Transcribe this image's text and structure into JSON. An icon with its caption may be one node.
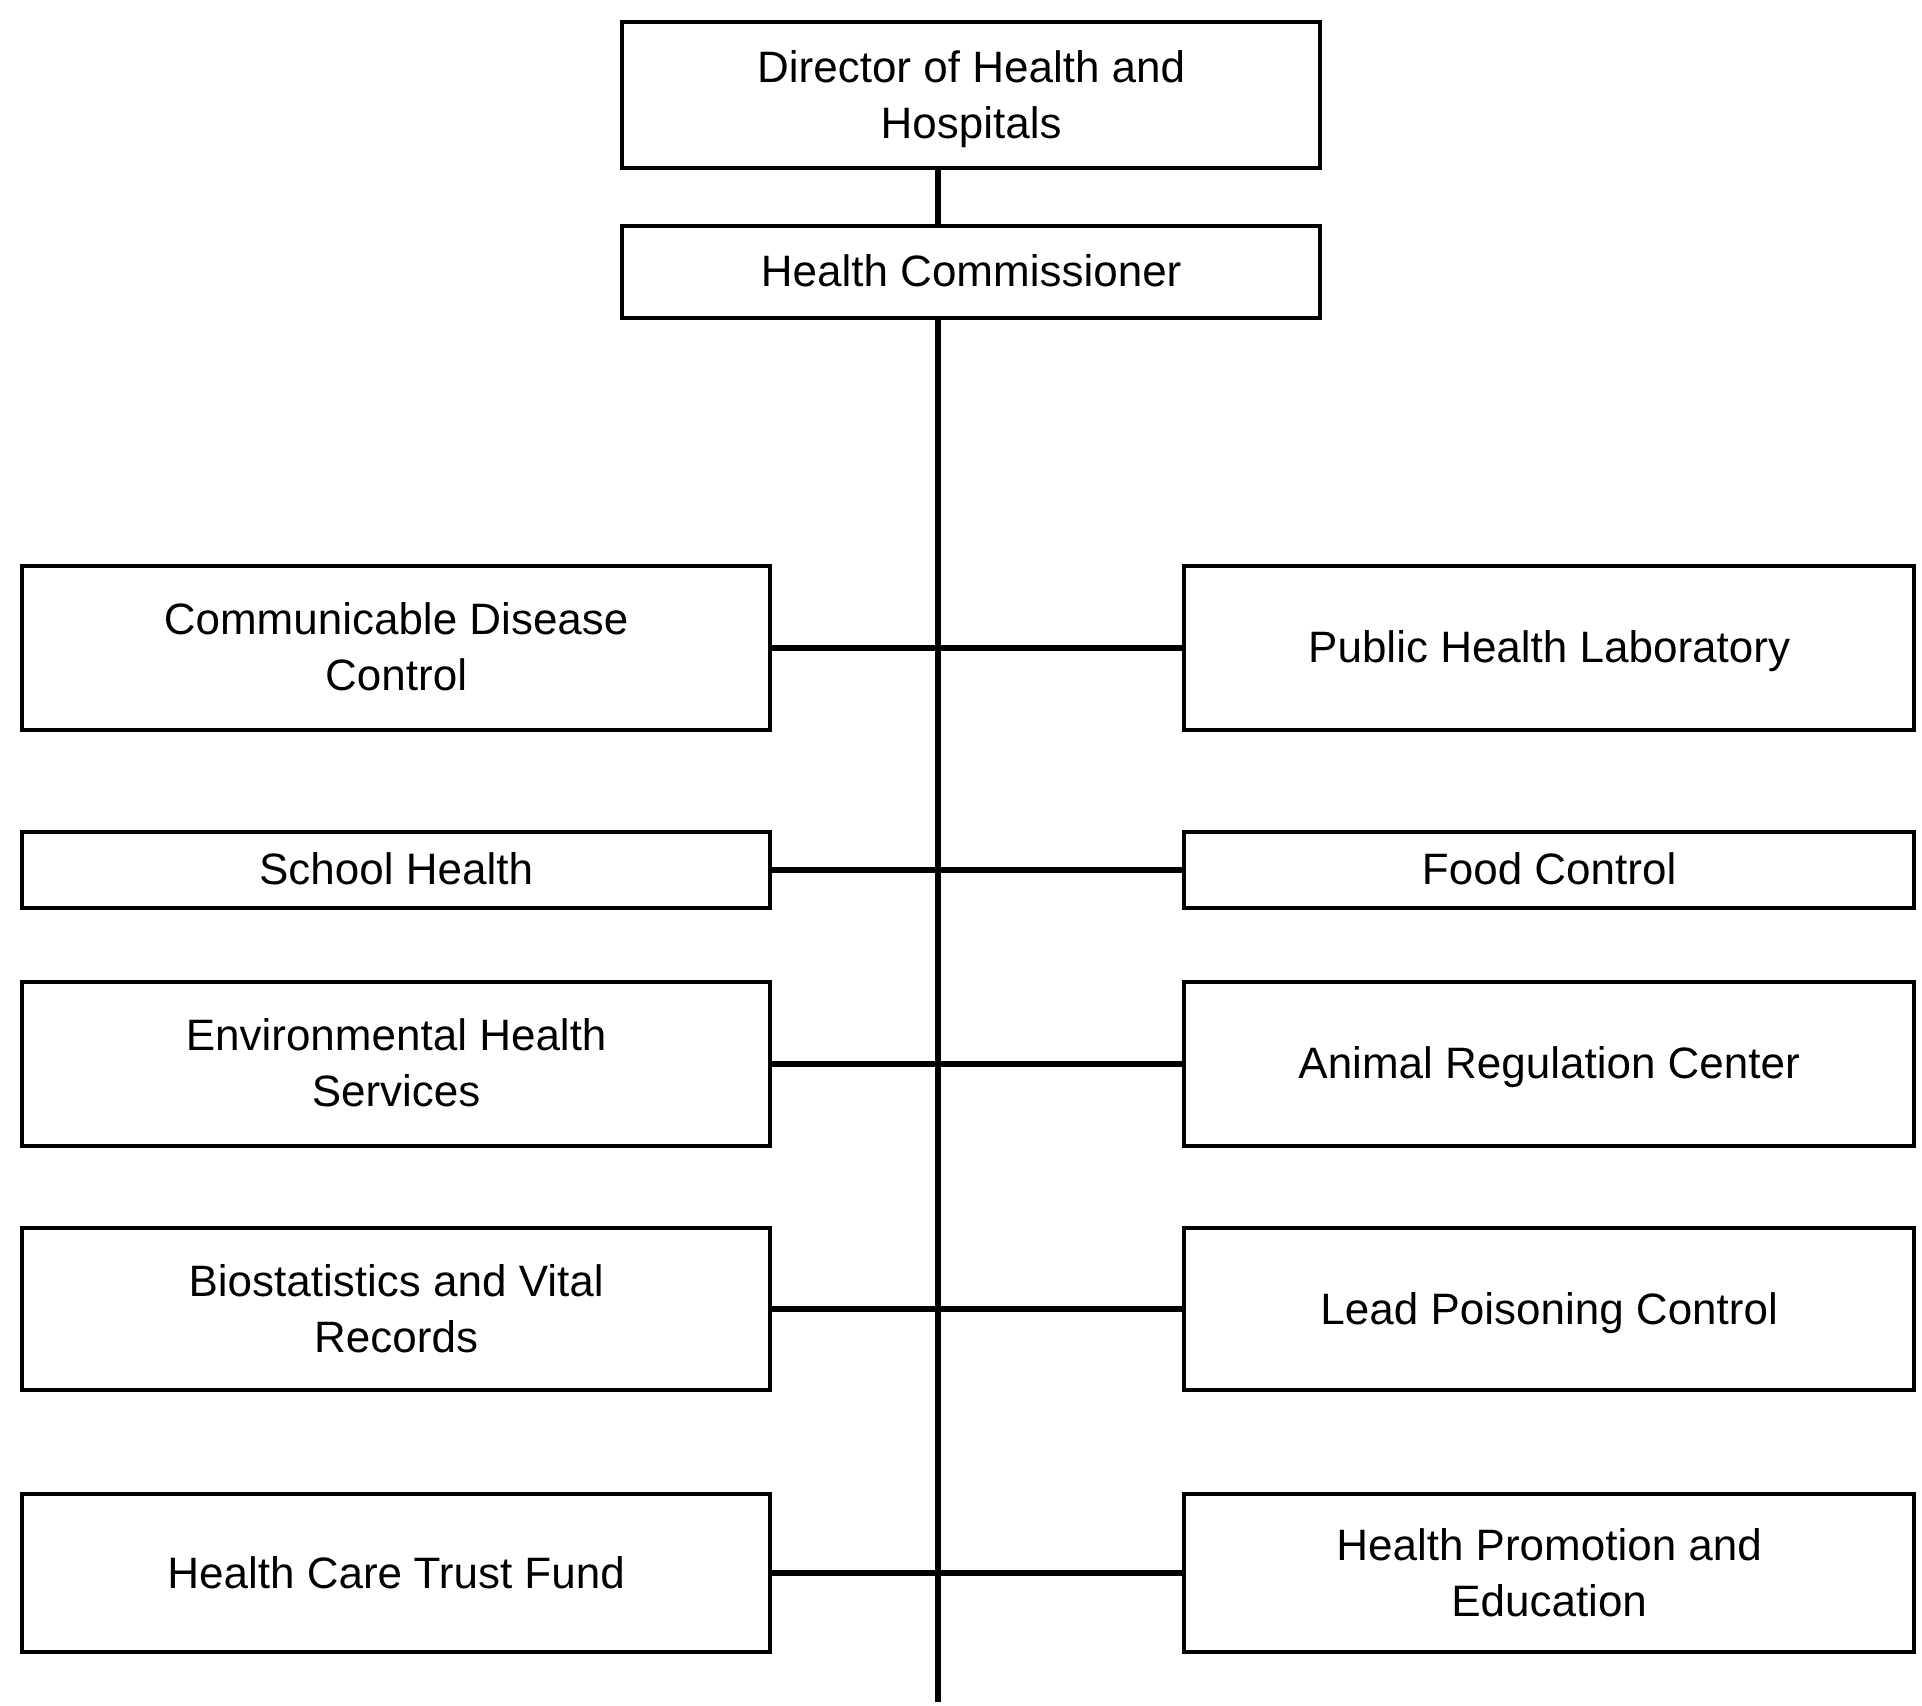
{
  "diagram": {
    "nodes": [
      {
        "text": [
          "Director of Health and Hospitals"
        ]
      },
      {
        "text": [
          "Health Commissioner"
        ]
      },
      {
        "text": [
          "Communicable Disease Control"
        ]
      },
      {
        "text": [
          "Public Health Laboratory"
        ]
      },
      {
        "text": [
          "School Health"
        ]
      },
      {
        "text": [
          "Food Control"
        ]
      },
      {
        "text": [
          "Environmental Health Services"
        ]
      },
      {
        "text": [
          "Animal Regulation Center"
        ]
      },
      {
        "text": [
          "Biostatistics and Vital Records"
        ]
      },
      {
        "text": [
          "Lead Poisoning Control"
        ]
      },
      {
        "text": [
          "Health Care Trust Fund"
        ]
      },
      {
        "text": [
          "Health Promotion and Education"
        ]
      }
    ],
    "edges": [
      {
        "from": 0,
        "to": 1,
        "arrow": "none"
      },
      {
        "from": 1,
        "to": 2,
        "arrow": "none"
      },
      {
        "from": 1,
        "to": 3,
        "arrow": "none"
      },
      {
        "from": 1,
        "to": 4,
        "arrow": "none"
      },
      {
        "from": 1,
        "to": 5,
        "arrow": "none"
      },
      {
        "from": 1,
        "to": 6,
        "arrow": "none"
      },
      {
        "from": 1,
        "to": 7,
        "arrow": "none"
      },
      {
        "from": 1,
        "to": 8,
        "arrow": "none"
      },
      {
        "from": 1,
        "to": 9,
        "arrow": "none"
      },
      {
        "from": 1,
        "to": 10,
        "arrow": "none"
      },
      {
        "from": 1,
        "to": 11,
        "arrow": "none"
      }
    ]
  }
}
